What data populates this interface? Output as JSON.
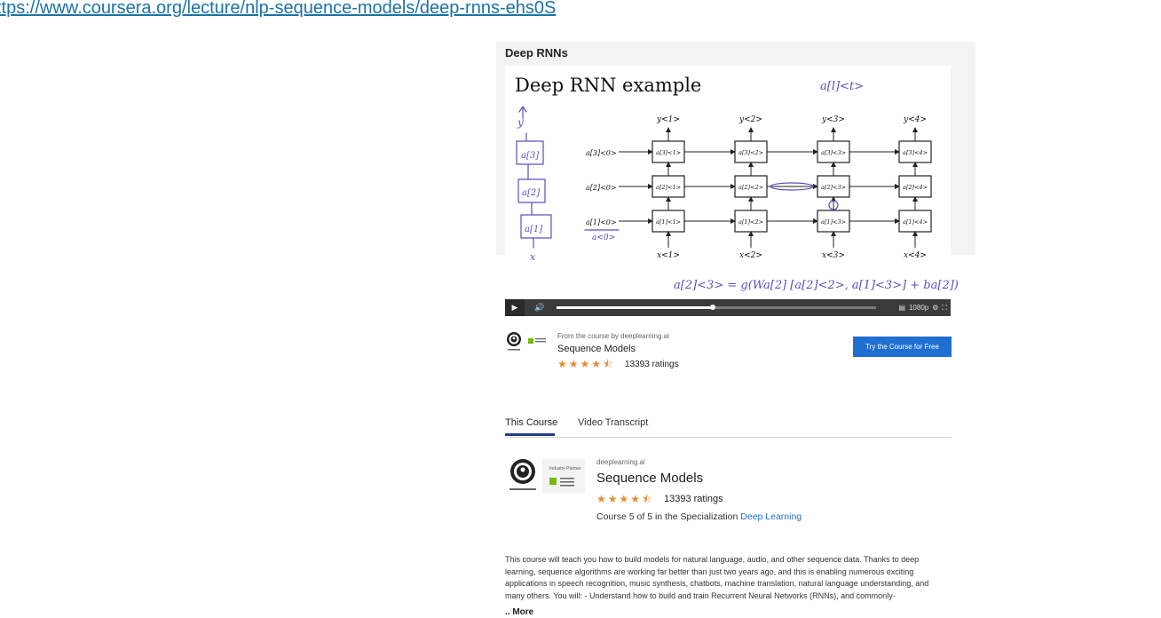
{
  "url": "ttps://www.coursera.org/lecture/nlp-sequence-models/deep-rnns-ehs0S",
  "lecture": {
    "title": "Deep RNNs"
  },
  "slide": {
    "heading": "Deep RNN example",
    "y_labels": [
      "y<1>",
      "y<2>",
      "y<3>",
      "y<4>"
    ],
    "x_labels": [
      "x<1>",
      "x<2>",
      "x<3>",
      "x<4>"
    ],
    "init_labels": [
      "a[3]<0>",
      "a[2]<0>",
      "a[1]<0>"
    ],
    "cells_row3": [
      "a[3]<1>",
      "a[3]<2>",
      "a[3]<3>",
      "a[3]<4>"
    ],
    "cells_row2": [
      "a[2]<1>",
      "a[2]<2>",
      "a[2]<3>",
      "a[2]<4>"
    ],
    "cells_row1": [
      "a[1]<1>",
      "a[1]<2>",
      "a[1]<3>",
      "a[1]<4>"
    ],
    "note_top": "a[l]<t>",
    "note_formula": "a[2]<3> = g(Wa[2] [a[2]<2>, a[1]<3>] + ba[2])",
    "note_stack": [
      "y",
      "a[3]",
      "a[2]",
      "a[1]",
      "a<0>",
      "x"
    ]
  },
  "player": {
    "progress": 0.49,
    "speed_label": "1080p"
  },
  "course_bar": {
    "from_text": "From the course by deeplearning.ai",
    "course_name": "Sequence Models",
    "rating": 4.5,
    "ratings_count": "13393 ratings",
    "cta": "Try the Course for Free"
  },
  "tabs": [
    "This Course",
    "Video Transcript"
  ],
  "course_card": {
    "provider": "deeplearning.ai",
    "partner_label": "Industry Partner",
    "title": "Sequence Models",
    "ratings_count": "13393 ratings",
    "spec_prefix": "Course 5 of 5 in the Specialization ",
    "spec_link": "Deep Learning"
  },
  "description": "This course will teach you how to build models for natural language, audio, and other sequence data. Thanks to deep learning, sequence algorithms are working far better than just two years ago, and this is enabling numerous exciting applications in speech recognition, music synthesis, chatbots, machine translation, natural language understanding, and many others. You will: - Understand how to build and train Recurrent Neural Networks (RNNs), and commonly-",
  "more_label": "More",
  "colors": {
    "accent": "#1f6fd1",
    "star": "#e58c2e",
    "link": "#1a73a8"
  }
}
